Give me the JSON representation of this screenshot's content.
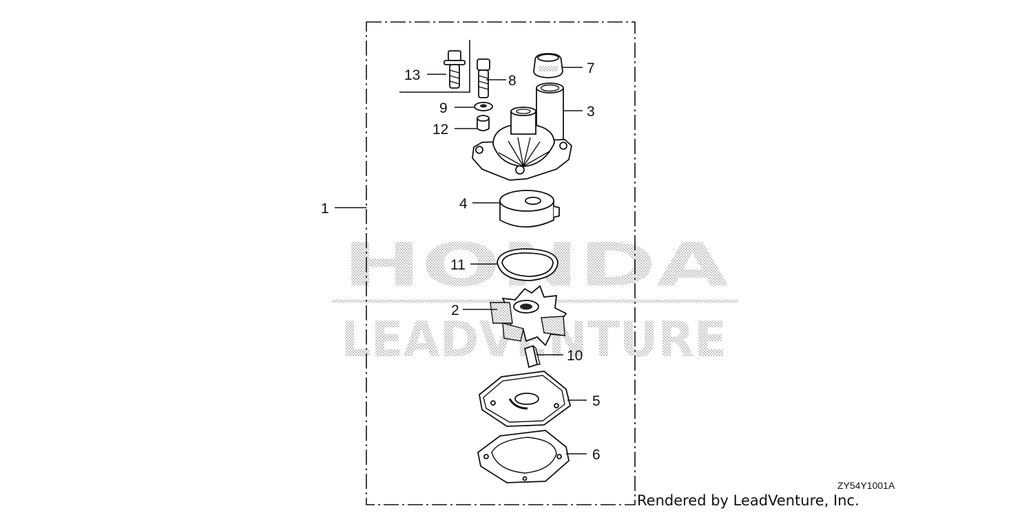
{
  "diagram": {
    "watermark": {
      "line1": "HONDA",
      "line2": "LEADVENTURE"
    },
    "callouts": [
      {
        "id": "c13",
        "label": "13"
      },
      {
        "id": "c8",
        "label": "8"
      },
      {
        "id": "c7",
        "label": "7"
      },
      {
        "id": "c9",
        "label": "9"
      },
      {
        "id": "c3",
        "label": "3"
      },
      {
        "id": "c12",
        "label": "12"
      },
      {
        "id": "c1",
        "label": "1"
      },
      {
        "id": "c4",
        "label": "4"
      },
      {
        "id": "c11",
        "label": "11"
      },
      {
        "id": "c2",
        "label": "2"
      },
      {
        "id": "c10",
        "label": "10"
      },
      {
        "id": "c5",
        "label": "5"
      },
      {
        "id": "c6",
        "label": "6"
      }
    ],
    "diagram_code": "ZY54Y1001A",
    "credit": "Rendered by LeadVenture, Inc."
  }
}
